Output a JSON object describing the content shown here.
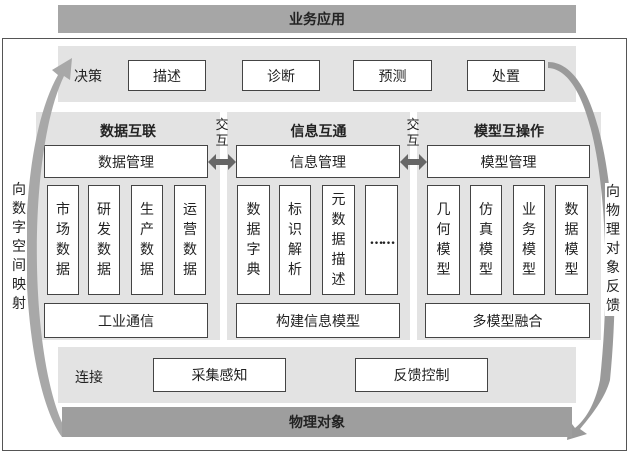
{
  "top_bar": "业务应用",
  "bottom_bar": "物理对象",
  "decision": {
    "label": "决策",
    "items": [
      "描述",
      "诊断",
      "预测",
      "处置"
    ]
  },
  "connection": {
    "label": "连接",
    "items": [
      "采集感知",
      "反馈控制"
    ]
  },
  "panels": [
    {
      "title": "数据互联",
      "management": "数据管理",
      "columns": [
        "市场数据",
        "研发数据",
        "生产数据",
        "运营数据"
      ],
      "footer": "工业通信"
    },
    {
      "title": "信息互通",
      "management": "信息管理",
      "columns": [
        "数据字典",
        "标识解析",
        "元数据描述",
        "……"
      ],
      "footer": "构建信息模型"
    },
    {
      "title": "模型互操作",
      "management": "模型管理",
      "columns": [
        "几何模型",
        "仿真模型",
        "业务模型",
        "数据模型"
      ],
      "footer": "多模型融合"
    }
  ],
  "interaction_labels": [
    "交互",
    "交互"
  ],
  "left_arrow_label": "向数字空间映射",
  "right_arrow_label": "向物理对象反馈"
}
